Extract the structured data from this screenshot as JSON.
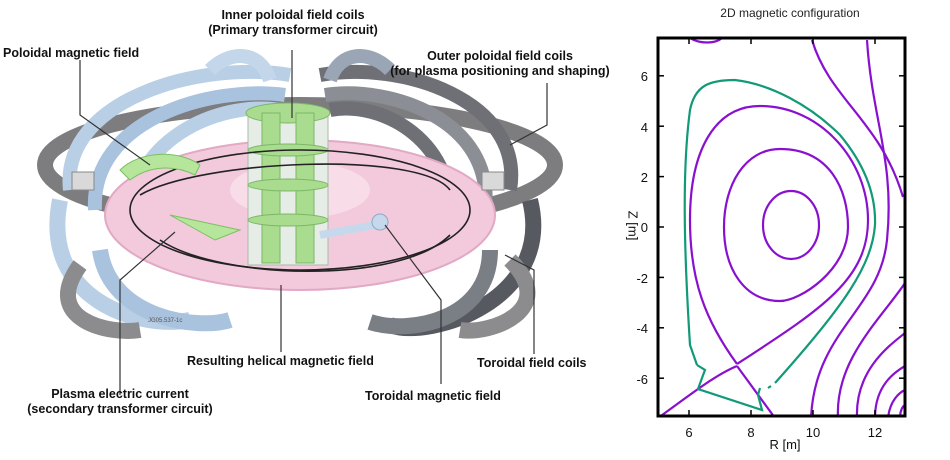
{
  "diagram": {
    "labels": {
      "inner_coils_1": "Inner poloidal field coils",
      "inner_coils_2": "(Primary transformer circuit)",
      "poloidal_field": "Poloidal magnetic field",
      "outer_coils_1": "Outer poloidal field coils",
      "outer_coils_2": "(for plasma positioning and shaping)",
      "helical_field": "Resulting helical magnetic field",
      "toroidal_coils": "Toroidal field coils",
      "plasma_current_1": "Plasma electric current",
      "plasma_current_2": "(secondary transformer circuit)",
      "toroidal_field": "Toroidal magnetic field"
    },
    "figure_tag": "JG05.537-1c",
    "colors": {
      "coil_blue": "#b8cfe6",
      "plasma_pink": "#f3c9dc",
      "coil_green": "#a9dc8e",
      "coil_gray": "#8a8a8a"
    }
  },
  "plot": {
    "title": "2D magnetic configuration",
    "xlabel": "R [m]",
    "ylabel": "Z [m]",
    "xlim": [
      5,
      13
    ],
    "ylim": [
      -7.5,
      7.5
    ],
    "xticks": [
      "6",
      "8",
      "10",
      "12"
    ],
    "yticks": [
      "6",
      "4",
      "2",
      "0",
      "-2",
      "-4",
      "-6"
    ],
    "colors": {
      "flux_surfaces": "#8a10d0",
      "wall": "#129a78"
    }
  }
}
